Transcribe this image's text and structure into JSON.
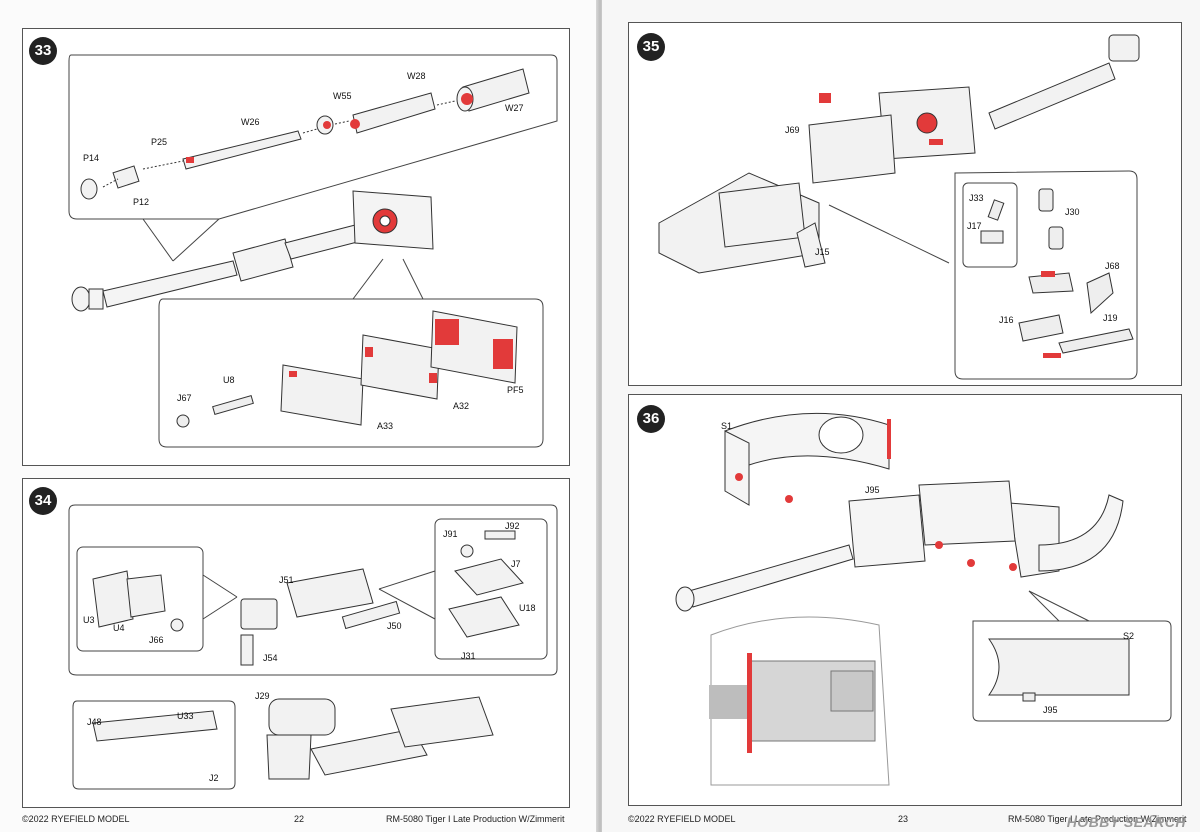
{
  "left_page": {
    "page_number": "22",
    "footer_left": "©2022 RYEFIELD MODEL",
    "footer_right": "RM-5080 Tiger I Late Production W/Zimmerit"
  },
  "right_page": {
    "page_number": "23",
    "footer_left": "©2022 RYEFIELD MODEL",
    "footer_right": "RM-5080 Tiger I Late Production W/Zimmerit"
  },
  "watermark": "HOBBY SEARCH",
  "steps": [
    {
      "number": "33",
      "labels": [
        "P14",
        "P25",
        "P12",
        "W26",
        "W55",
        "W28",
        "W27",
        "J67",
        "U8",
        "A33",
        "A32",
        "PF5"
      ]
    },
    {
      "number": "34",
      "labels": [
        "U3",
        "U4",
        "J66",
        "J51",
        "J54",
        "J50",
        "J91",
        "J92",
        "J7",
        "U18",
        "J31",
        "J29",
        "J48",
        "U33",
        "J2"
      ]
    },
    {
      "number": "35",
      "labels": [
        "J69",
        "J15",
        "J33",
        "J30",
        "J17",
        "J68",
        "J16",
        "J19"
      ]
    },
    {
      "number": "36",
      "labels": [
        "S1",
        "J95",
        "S2",
        "J95"
      ]
    }
  ],
  "colors": {
    "accent_red": "#e23a3a",
    "line": "#333333",
    "part_fill": "#f2f2f2"
  }
}
